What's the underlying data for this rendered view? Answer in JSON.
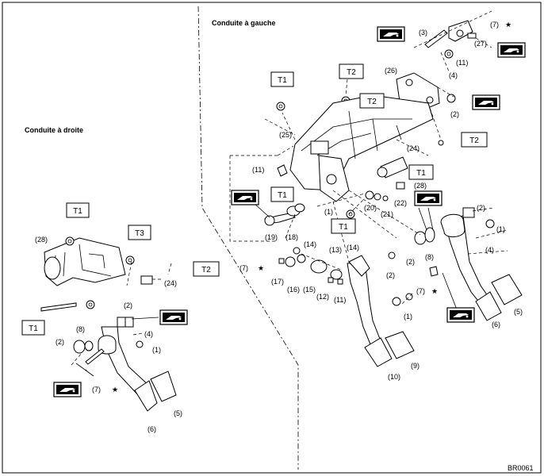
{
  "headings": {
    "right_drive": "Conduite à droite",
    "left_drive": "Conduite à gauche"
  },
  "figure_code": "BR0061",
  "torque_labels": {
    "t1": "T1",
    "t2": "T2",
    "t3": "T3"
  },
  "part_labels": {
    "p1": "(1)",
    "p2": "(2)",
    "p3": "(3)",
    "p4": "(4)",
    "p5": "(5)",
    "p6": "(6)",
    "p7": "(7)",
    "p8": "(8)",
    "p9": "(9)",
    "p10": "(10)",
    "p11": "(11)",
    "p12": "(12)",
    "p13": "(13)",
    "p14": "(14)",
    "p15": "(15)",
    "p16": "(16)",
    "p17": "(17)",
    "p18": "(18)",
    "p19": "(19)",
    "p20": "(20)",
    "p21": "(21)",
    "p22": "(22)",
    "p24": "(24)",
    "p25": "(25)",
    "p26": "(26)",
    "p27": "(27)",
    "p28": "(28)"
  },
  "symbols": {
    "star": "★"
  },
  "icons": {
    "grease": "grease-gun-icon"
  }
}
